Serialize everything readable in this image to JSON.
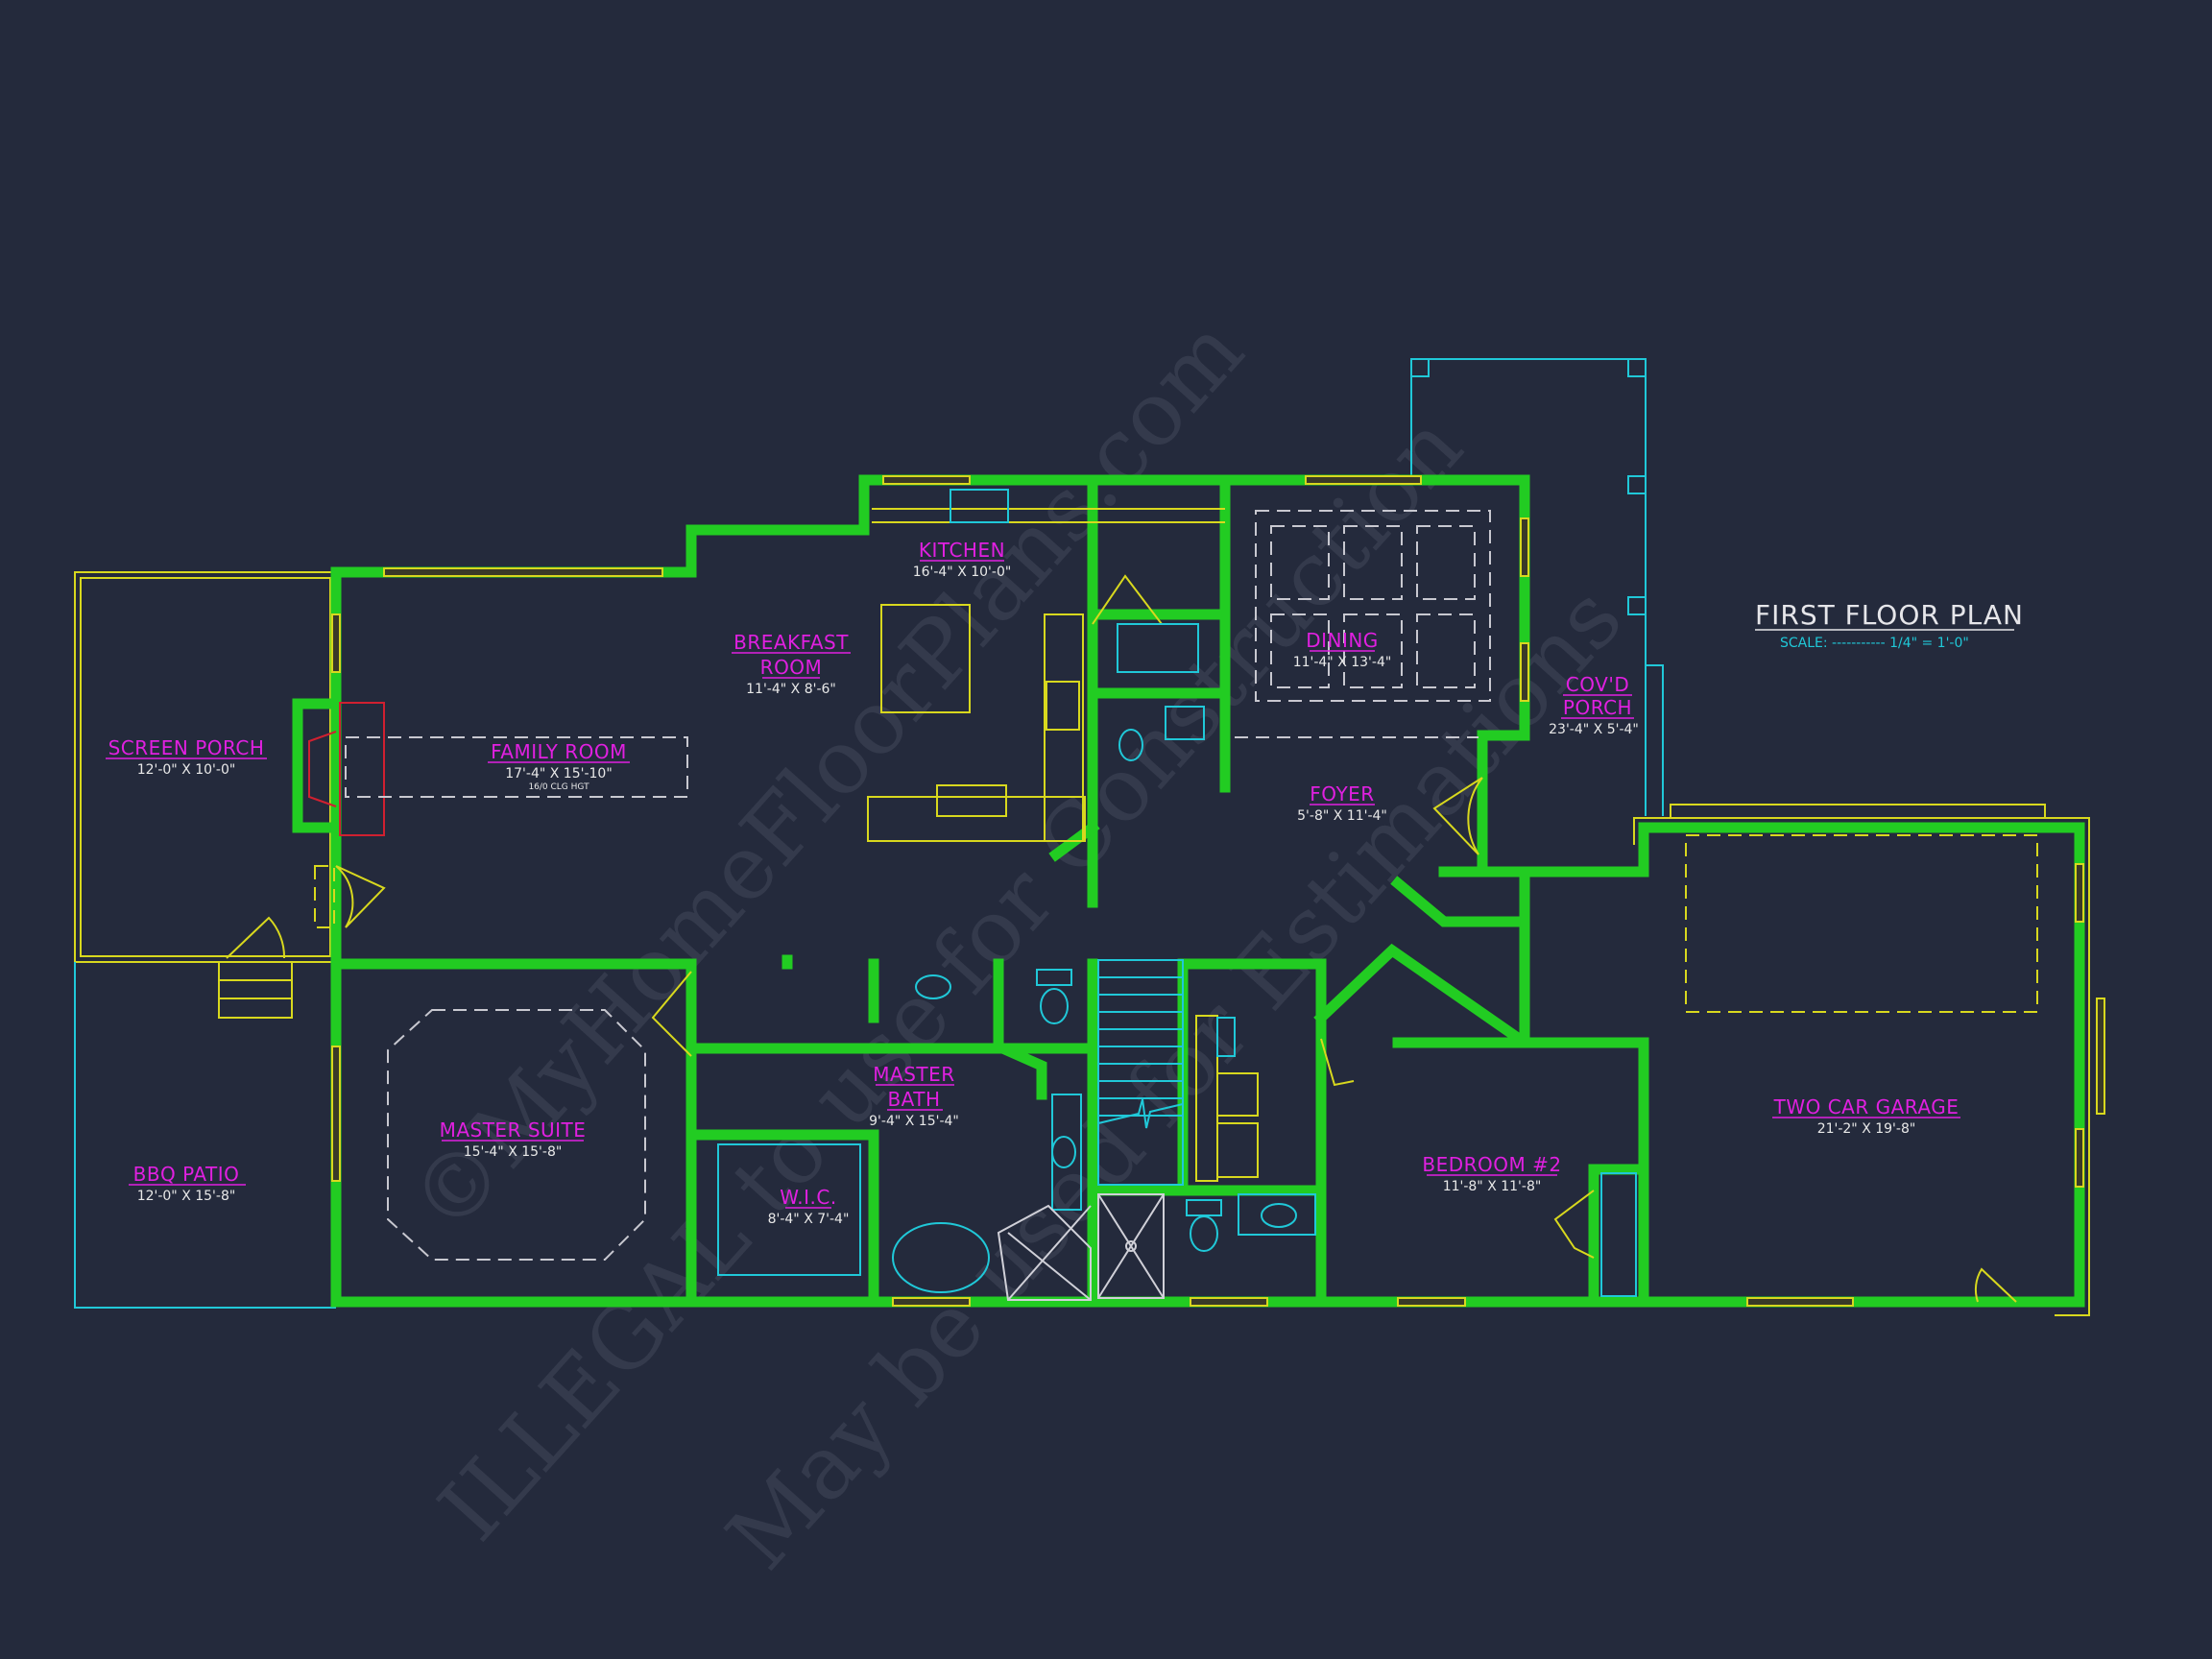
{
  "title": {
    "text": "FIRST FLOOR PLAN",
    "scale": "SCALE: ----------- 1/4\" = 1'-0\""
  },
  "rooms": {
    "screen_porch": {
      "name": "SCREEN PORCH",
      "dim": "12'-0\" X 10'-0\""
    },
    "family_room": {
      "name": "FAMILY ROOM",
      "dim": "17'-4\" X 15'-10\"",
      "note": "16/0 CLG HGT"
    },
    "breakfast_room": {
      "name_line1": "BREAKFAST",
      "name_line2": "ROOM",
      "dim": "11'-4\" X 8'-6\""
    },
    "kitchen": {
      "name": "KITCHEN",
      "dim": "16'-4\" X 10'-0\""
    },
    "dining": {
      "name": "DINING",
      "dim": "11'-4\" X 13'-4\""
    },
    "covd_porch": {
      "name_line1": "COV'D",
      "name_line2": "PORCH",
      "dim": "23'-4\" X 5'-4\""
    },
    "foyer": {
      "name": "FOYER",
      "dim": "5'-8\" X 11'-4\""
    },
    "bbq_patio": {
      "name": "BBQ PATIO",
      "dim": "12'-0\" X 15'-8\""
    },
    "master_suite": {
      "name": "MASTER SUITE",
      "dim": "15'-4\" X 15'-8\""
    },
    "master_bath": {
      "name_line1": "MASTER",
      "name_line2": "BATH",
      "dim": "9'-4\" X 15'-4\""
    },
    "wic": {
      "name": "W.I.C.",
      "dim": "8'-4\" X 7'-4\""
    },
    "bedroom_2": {
      "name": "BEDROOM #2",
      "dim": "11'-8\" X 11'-8\""
    },
    "garage": {
      "name": "TWO CAR GARAGE",
      "dim": "21'-2\" X 19'-8\""
    }
  },
  "watermark": {
    "line1": "©MyHomeFloorPlans.com",
    "line2": "ILLEGAL to use for Construction",
    "line3": "May be used for Estimations"
  },
  "colors": {
    "background": "#242a3c",
    "walls": "#22cc22",
    "room_labels": "#e020e0",
    "dimensions": "#e8e8e8",
    "fixtures_yellow": "#d8d81e",
    "fixtures_cyan": "#20c8d8",
    "fireplace_red": "#d02030"
  }
}
